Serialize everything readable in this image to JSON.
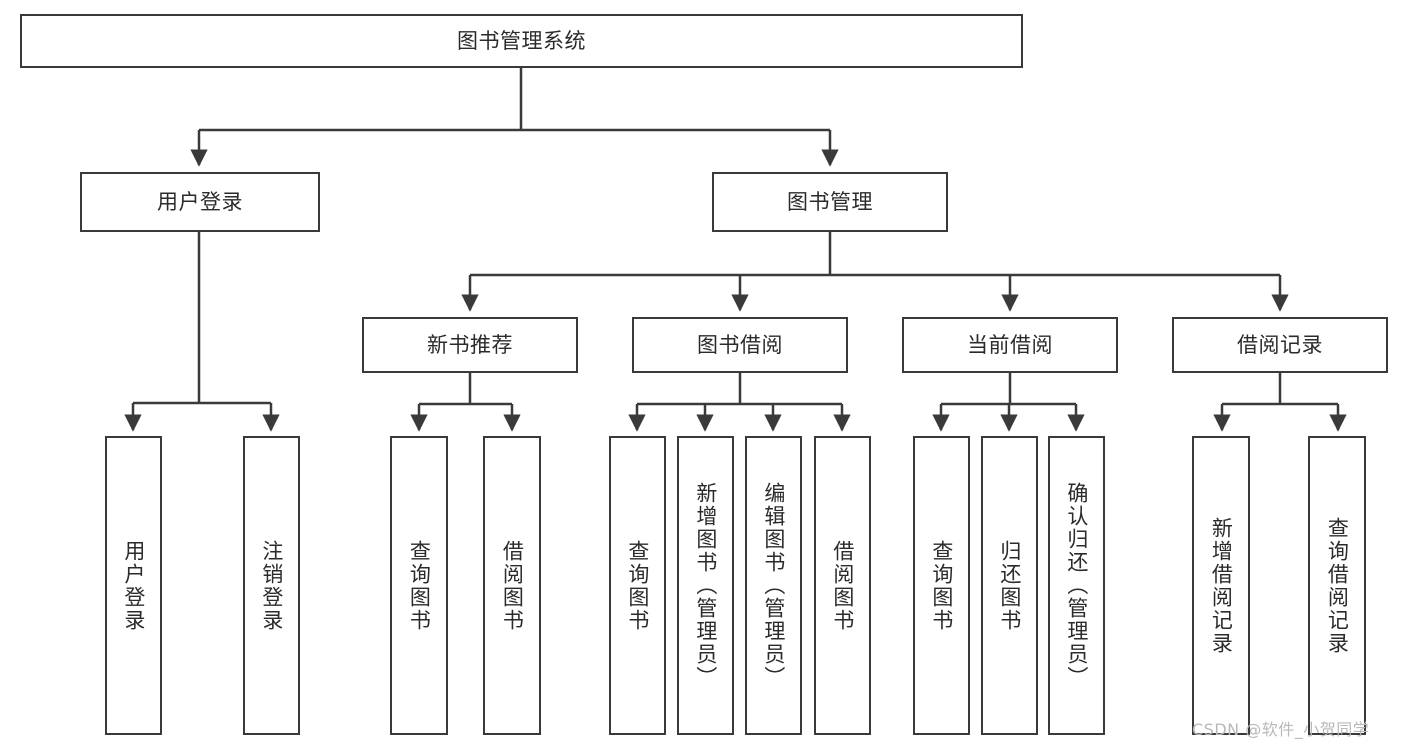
{
  "diagram": {
    "title": "图书管理系统",
    "type": "tree",
    "root": {
      "id": "root",
      "label": "图书管理系统"
    },
    "level1": [
      {
        "id": "user-login",
        "label": "用户登录"
      },
      {
        "id": "book-manage",
        "label": "图书管理"
      }
    ],
    "level2": [
      {
        "id": "new-book-rec",
        "label": "新书推荐",
        "parent": "book-manage"
      },
      {
        "id": "book-borrow",
        "label": "图书借阅",
        "parent": "book-manage"
      },
      {
        "id": "current-borrow",
        "label": "当前借阅",
        "parent": "book-manage"
      },
      {
        "id": "borrow-record",
        "label": "借阅记录",
        "parent": "book-manage"
      }
    ],
    "leaves": [
      {
        "id": "leaf-user-login",
        "label": "用户登录",
        "parent": "user-login"
      },
      {
        "id": "leaf-logout-login",
        "label": "注销登录",
        "parent": "user-login"
      },
      {
        "id": "leaf-query-book-1",
        "label": "查询图书",
        "parent": "new-book-rec"
      },
      {
        "id": "leaf-borrow-book-1",
        "label": "借阅图书",
        "parent": "new-book-rec"
      },
      {
        "id": "leaf-query-book-2",
        "label": "查询图书",
        "parent": "book-borrow"
      },
      {
        "id": "leaf-add-book",
        "label": "新增图书（管理员）",
        "parent": "book-borrow"
      },
      {
        "id": "leaf-edit-book",
        "label": "编辑图书（管理员）",
        "parent": "book-borrow"
      },
      {
        "id": "leaf-borrow-book-2",
        "label": "借阅图书",
        "parent": "book-borrow"
      },
      {
        "id": "leaf-query-book-3",
        "label": "查询图书",
        "parent": "current-borrow"
      },
      {
        "id": "leaf-return-book",
        "label": "归还图书",
        "parent": "current-borrow"
      },
      {
        "id": "leaf-confirm-return",
        "label": "确认归还（管理员）",
        "parent": "current-borrow"
      },
      {
        "id": "leaf-add-record",
        "label": "新增借阅记录",
        "parent": "borrow-record"
      },
      {
        "id": "leaf-query-record",
        "label": "查询借阅记录",
        "parent": "borrow-record"
      }
    ]
  },
  "watermark": "CSDN @软件_小贺同学",
  "colors": {
    "stroke": "#3a3a3a",
    "text": "#2b2b2b",
    "background": "#ffffff",
    "watermark": "#b9b9b9"
  }
}
